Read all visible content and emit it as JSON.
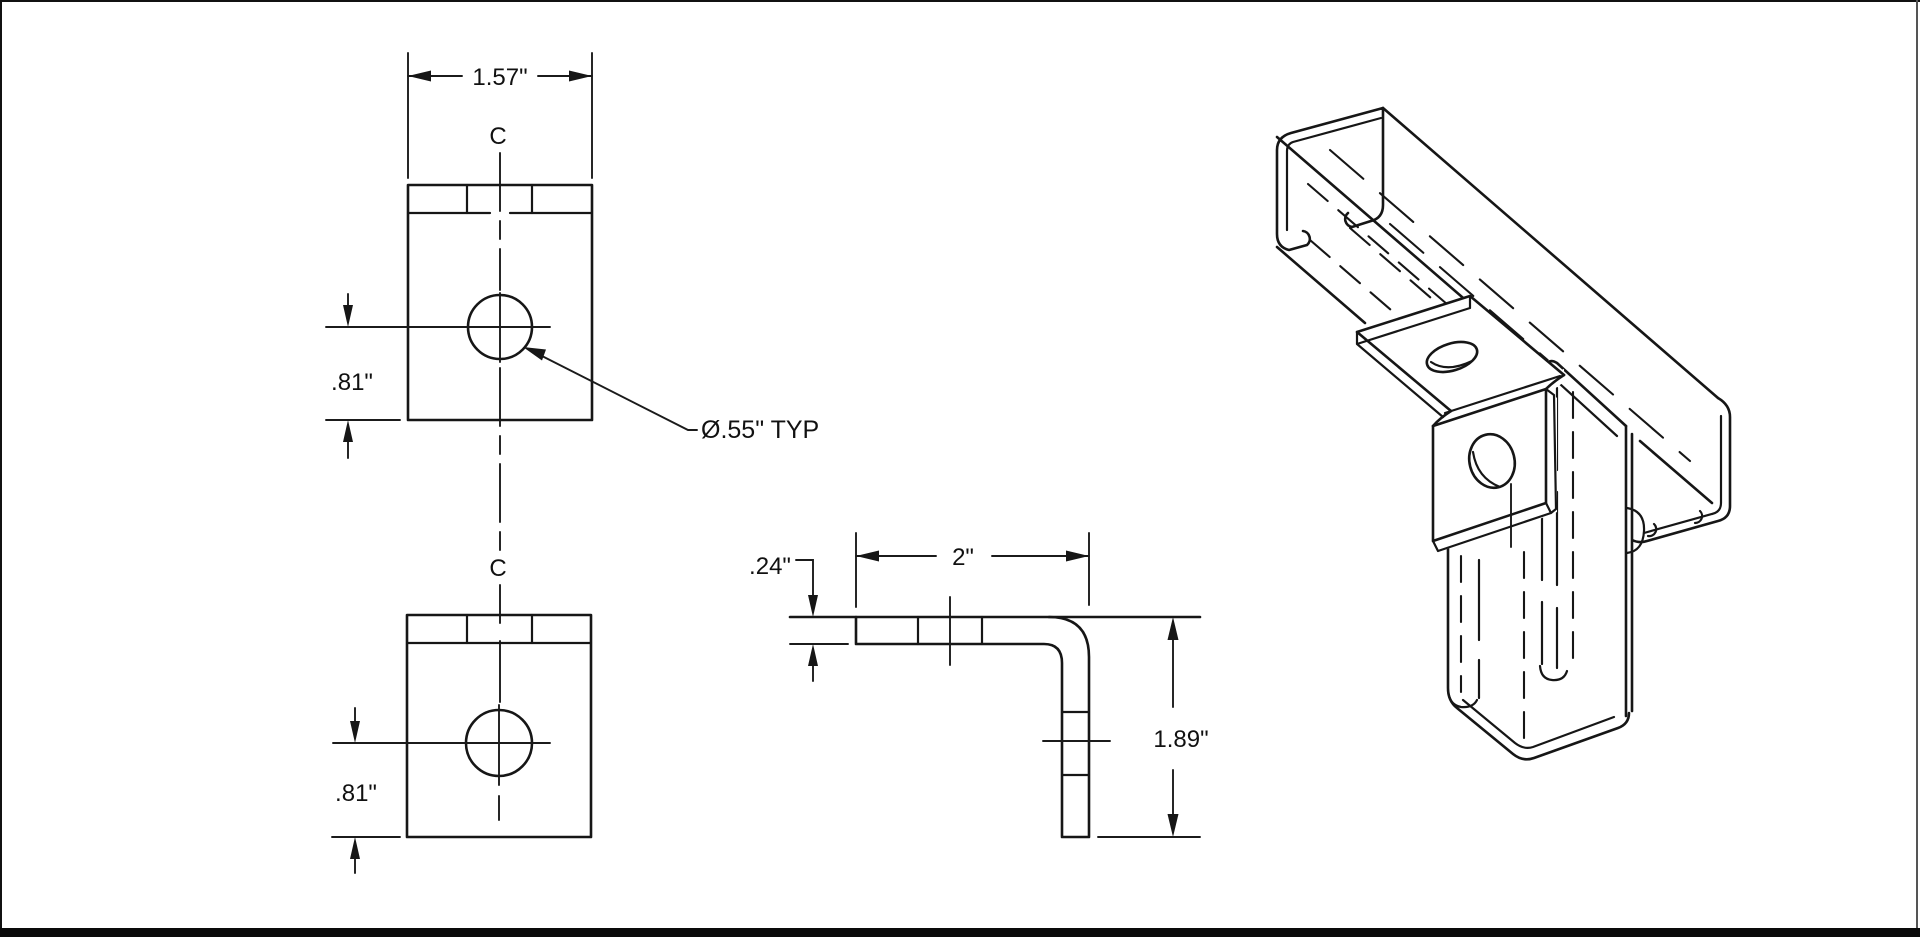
{
  "drawing": {
    "kind": "engineering-drawing",
    "colors": {
      "line": "#161616",
      "background": "#ffffff",
      "border_bottom": "#0a0a0a"
    },
    "plan_view_upper": {
      "width_dim": "1.57\"",
      "hole_offset_dim": ".81\"",
      "centerline_label": "C"
    },
    "plan_view_lower": {
      "hole_offset_dim": ".81\"",
      "centerline_label": "C"
    },
    "hole_callout": "Ø.55\" TYP",
    "side_view": {
      "thickness_dim": ".24\"",
      "leg_length_dim": "2\"",
      "height_dim": "1.89\""
    }
  }
}
